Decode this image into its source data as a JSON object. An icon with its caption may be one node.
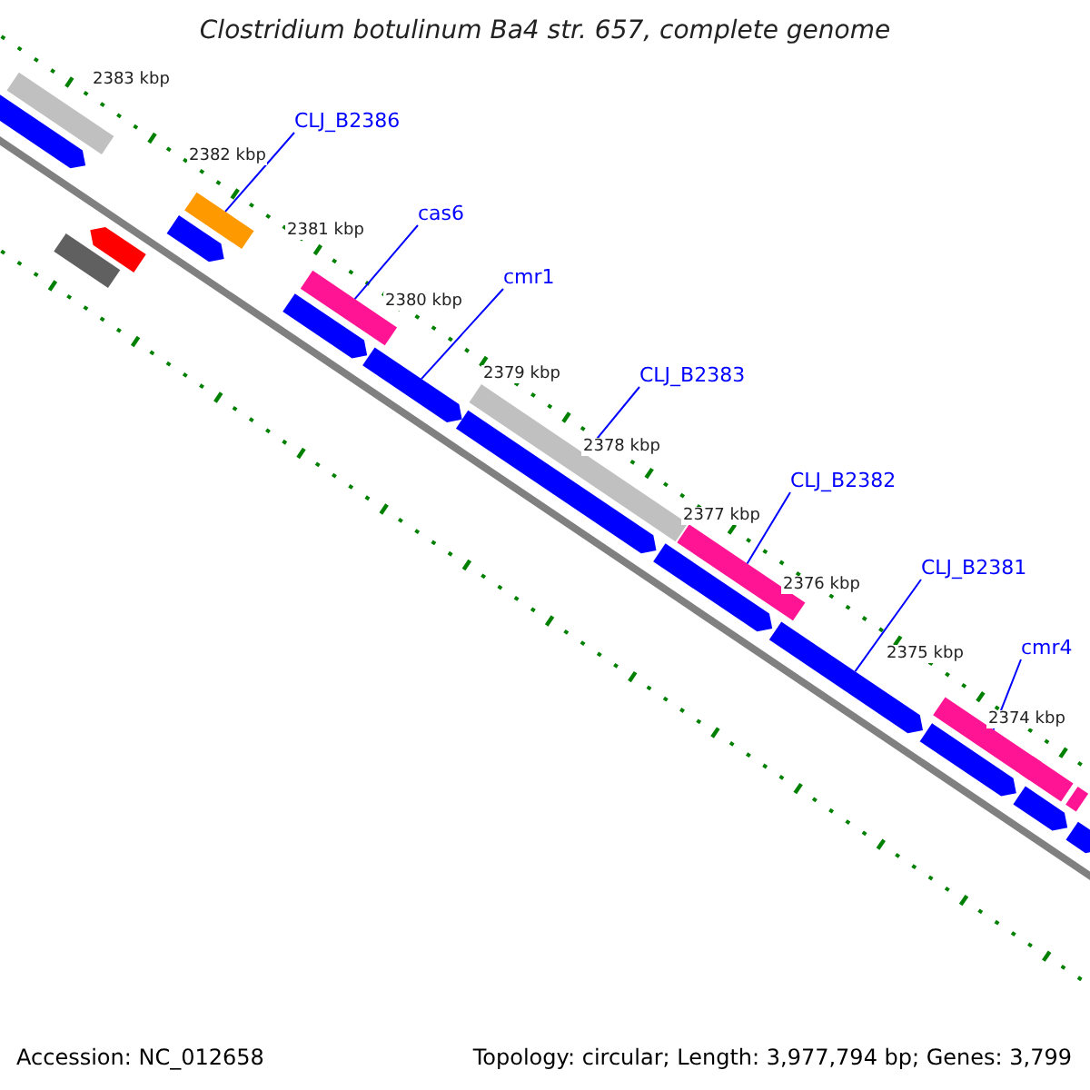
{
  "diagram": {
    "title": "Clostridium botulinum Ba4 str. 657, complete genome",
    "nodes": [
      {
        "text": [],
        "shape": "bar"
      },
      {
        "text": [],
        "shape": "bar"
      },
      {
        "text": [],
        "shape": "bar"
      },
      {
        "text": [],
        "shape": "bar"
      },
      {
        "text": [],
        "shape": "bar"
      },
      {
        "text": [],
        "shape": "bar"
      },
      {
        "text": [],
        "shape": "bar"
      },
      {
        "text": [],
        "shape": "bar"
      },
      {
        "text": [],
        "shape": "bar"
      },
      {
        "text": [],
        "shape": "bar"
      },
      {
        "text": [],
        "shape": "bar"
      },
      {
        "text": [],
        "shape": "bar"
      },
      {
        "text": [],
        "shape": "bar"
      },
      {
        "text": [],
        "shape": "bar"
      },
      {
        "text": [],
        "shape": "bar"
      },
      {
        "text": [],
        "shape": "bar"
      },
      {
        "text": [],
        "shape": "bar"
      },
      {
        "text": [],
        "shape": "bar"
      },
      {
        "text": [],
        "shape": "bar"
      },
      {
        "text": [],
        "shape": "bar"
      },
      {
        "text": [
          "CLJ_B2386"
        ]
      },
      {
        "text": [
          "cas6"
        ]
      },
      {
        "text": [
          "cmr1"
        ]
      },
      {
        "text": [
          "CLJ_B2383"
        ]
      },
      {
        "text": [
          "CLJ_B2382"
        ]
      },
      {
        "text": [
          "CLJ_B2381"
        ]
      },
      {
        "text": [
          "cmr4"
        ]
      }
    ],
    "edges": [
      {
        "from": 20,
        "to": 5,
        "arrow": "none"
      },
      {
        "from": 21,
        "to": 7,
        "arrow": "none"
      },
      {
        "from": 22,
        "to": 8,
        "arrow": "none"
      },
      {
        "from": 23,
        "to": 10,
        "arrow": "none"
      },
      {
        "from": 24,
        "to": 12,
        "arrow": "none"
      },
      {
        "from": 25,
        "to": 13,
        "arrow": "none"
      },
      {
        "from": 26,
        "to": 14,
        "arrow": "none"
      }
    ],
    "labels": [
      "2383 kbp",
      "2382 kbp",
      "2381 kbp",
      "2380 kbp",
      "2379 kbp",
      "2378 kbp",
      "2377 kbp",
      "2376 kbp",
      "2375 kbp",
      "2374 kbp",
      "Accession: NC_012658",
      "Topology: circular; Length: 3,977,794 bp; Genes: 3,799"
    ]
  }
}
